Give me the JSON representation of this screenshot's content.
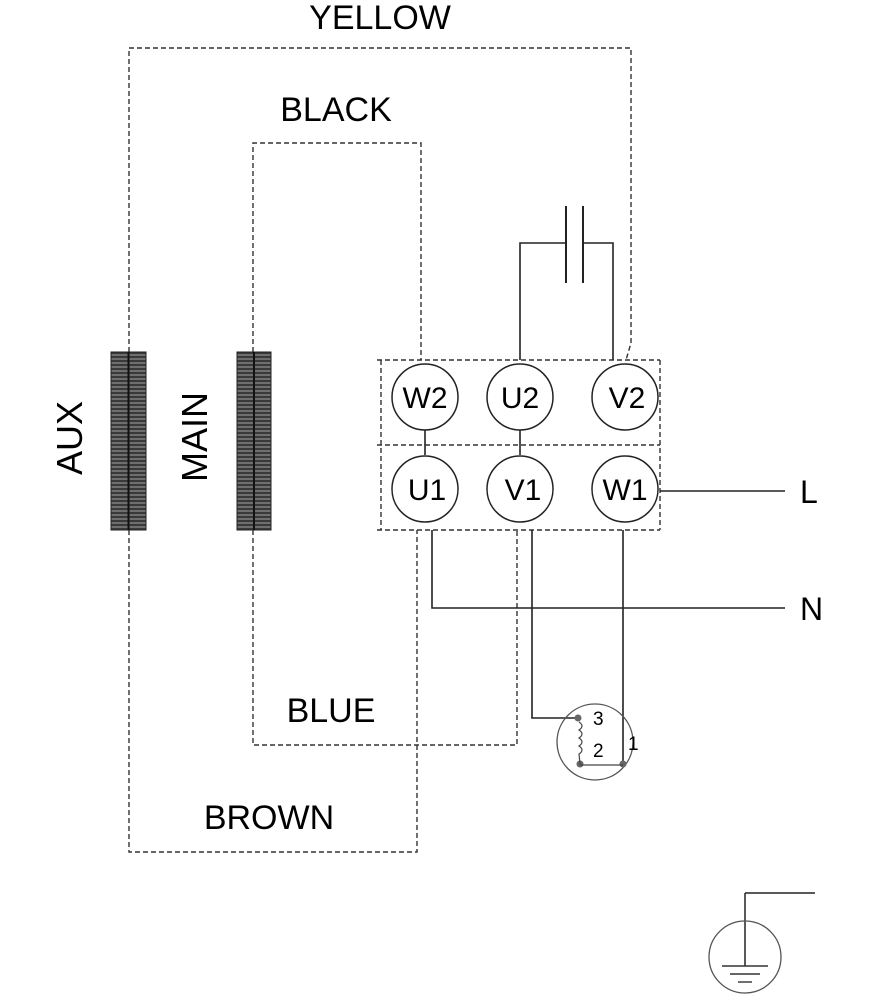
{
  "wires": {
    "yellow": "YELLOW",
    "black": "BLACK",
    "blue": "BLUE",
    "brown": "BROWN"
  },
  "windings": {
    "aux": "AUX",
    "main": "MAIN"
  },
  "terminals": {
    "top": [
      "W2",
      "U2",
      "V2"
    ],
    "bottom": [
      "U1",
      "V1",
      "W1"
    ]
  },
  "lines": {
    "live": "L",
    "neutral": "N"
  },
  "thermal_protector": {
    "pins": [
      "3",
      "2",
      "1"
    ]
  },
  "icons": {
    "capacitor": "capacitor-icon",
    "ground": "ground-icon",
    "protector": "thermal-protector-icon"
  }
}
